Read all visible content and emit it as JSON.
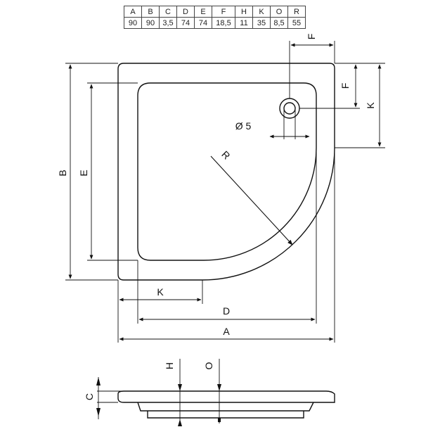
{
  "table": {
    "headers": [
      "A",
      "B",
      "C",
      "D",
      "E",
      "F",
      "H",
      "K",
      "O",
      "R"
    ],
    "values": [
      "90",
      "90",
      "3,5",
      "74",
      "74",
      "18,5",
      "11",
      "35",
      "8,5",
      "55"
    ]
  },
  "labels": {
    "A": "A",
    "B": "B",
    "C": "C",
    "D": "D",
    "E": "E",
    "F": "F",
    "H": "H",
    "K_right": "K",
    "K_bottom": "K",
    "O": "O",
    "R": "R",
    "drain": "Ø 5"
  }
}
